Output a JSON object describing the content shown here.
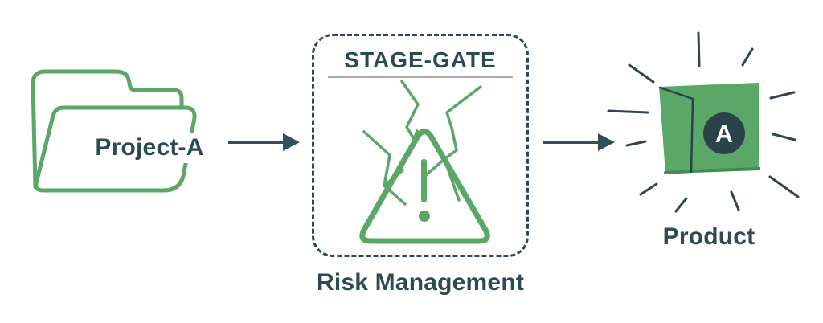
{
  "diagram": {
    "type": "process-flow",
    "nodes": {
      "project": {
        "label": "Project-A",
        "icon": "folder-icon"
      },
      "stage_gate": {
        "title": "STAGE-GATE",
        "caption": "Risk Management",
        "icon": "cracked-warning-triangle-icon"
      },
      "product": {
        "label": "Product",
        "badge": "A",
        "icon": "shining-box-icon"
      }
    },
    "connections": [
      {
        "from": "project",
        "to": "stage_gate",
        "style": "arrow-right"
      },
      {
        "from": "stage_gate",
        "to": "product",
        "style": "arrow-right"
      }
    ],
    "colors": {
      "green": "#5aa768",
      "slate_text": "#2d4a53",
      "arrow": "#32505c",
      "badge_circle": "#2b424b",
      "underline_gray": "#a9abad",
      "background": "#ffffff"
    }
  }
}
